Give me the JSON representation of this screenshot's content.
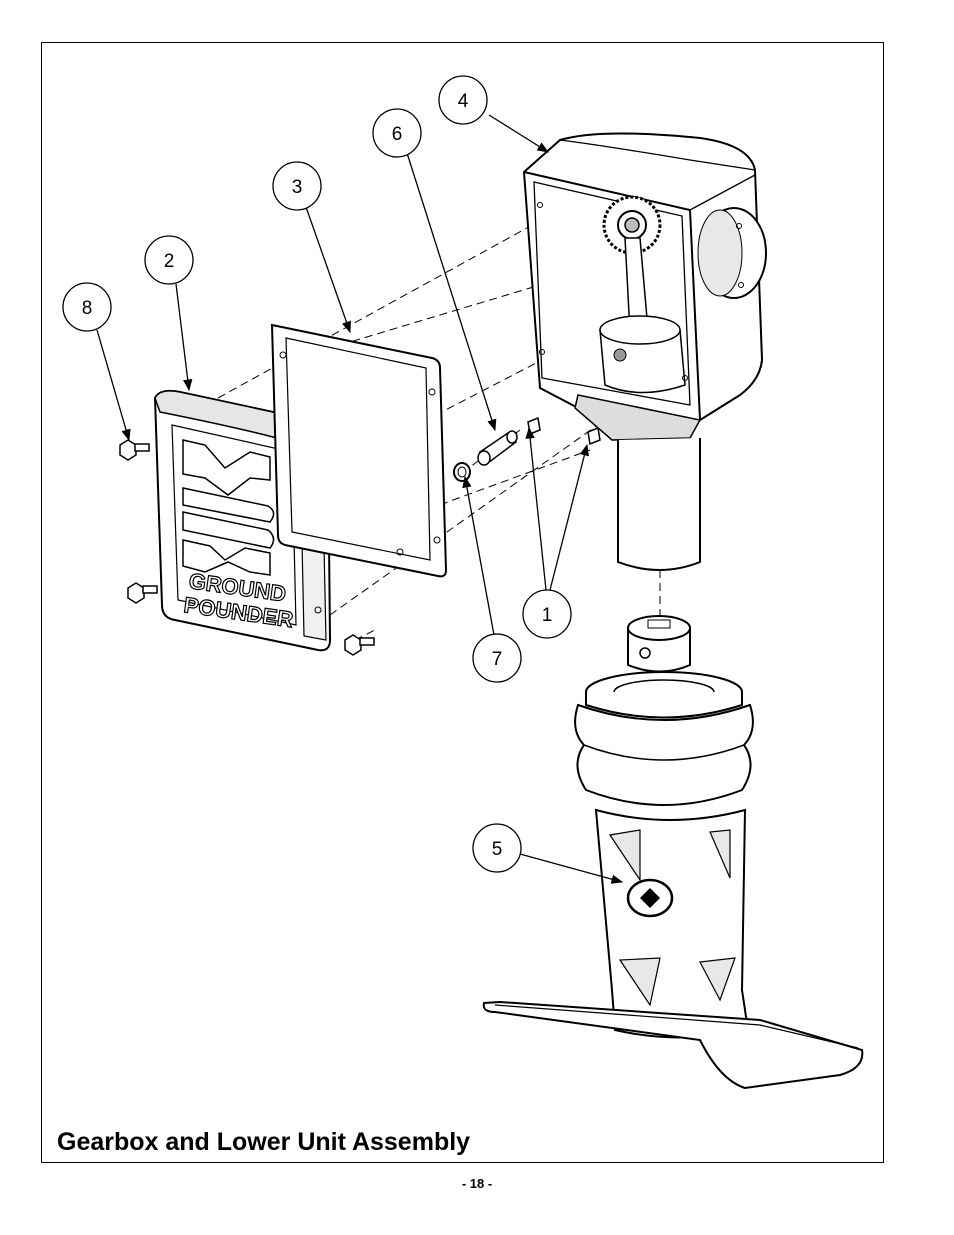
{
  "diagram": {
    "title": "Gearbox and Lower Unit Assembly",
    "page_number": "- 18 -",
    "callouts": [
      {
        "id": "callout-1",
        "label": "1"
      },
      {
        "id": "callout-2",
        "label": "2"
      },
      {
        "id": "callout-3",
        "label": "3"
      },
      {
        "id": "callout-4",
        "label": "4"
      },
      {
        "id": "callout-5",
        "label": "5"
      },
      {
        "id": "callout-6",
        "label": "6"
      },
      {
        "id": "callout-7",
        "label": "7"
      },
      {
        "id": "callout-8",
        "label": "8"
      }
    ],
    "cover_logo_lines": [
      "GROUND",
      "POUNDER"
    ],
    "colors": {
      "line": "#000000",
      "background": "#ffffff",
      "shade": "#d8d8d8"
    }
  }
}
